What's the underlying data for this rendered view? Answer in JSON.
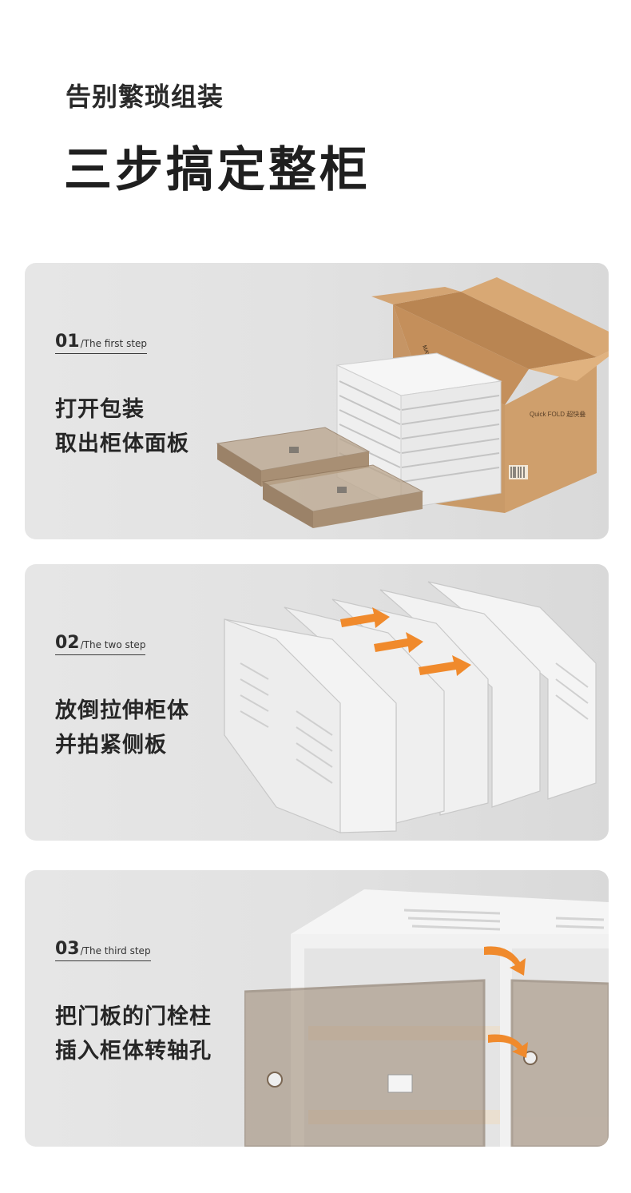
{
  "header": {
    "subtitle": "告别繁琐组装",
    "title": "三步搞定整柜"
  },
  "steps": [
    {
      "num": "01",
      "en": "/The first step",
      "lines": [
        "打开包装",
        "取出柜体面板"
      ]
    },
    {
      "num": "02",
      "en": "/The two step",
      "lines": [
        "放倒拉伸柜体",
        "并拍紧侧板"
      ]
    },
    {
      "num": "03",
      "en": "/The third step",
      "lines": [
        "把门板的门栓柱",
        "插入柜体转轴孔"
      ]
    }
  ],
  "colors": {
    "card_bg": "#e2e2e2",
    "cardboard": "#c99a68",
    "panel_brown": "#a8927a",
    "arrow_orange": "#f08a2c",
    "door_tint": "#9b8670"
  },
  "box_print": {
    "brand_logo": "MAYI BOX",
    "brand_line": "Quick FOLD 超快叠"
  }
}
